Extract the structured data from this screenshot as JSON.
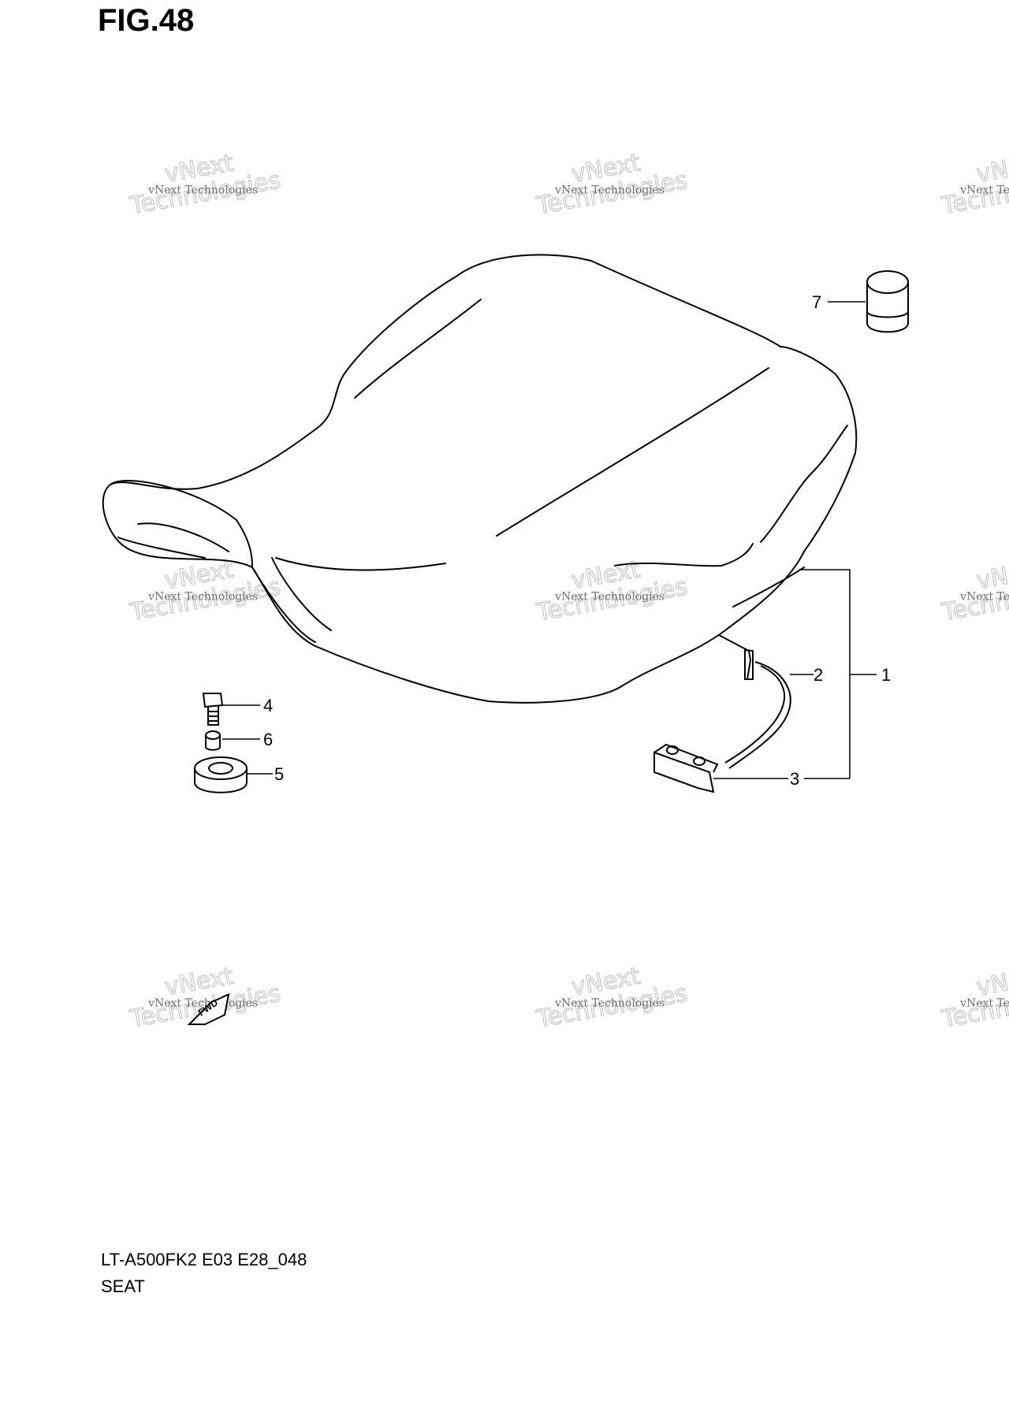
{
  "figure": {
    "title": "FIG.48"
  },
  "footer": {
    "model_code": "LT-A500FK2 E03 E28_048",
    "section_name": "SEAT"
  },
  "callouts": [
    "1",
    "2",
    "3",
    "4",
    "5",
    "6",
    "7"
  ],
  "fwd_mark": "FWD",
  "watermark": {
    "line_small": "vNext Technologies",
    "line_large": "Technologies",
    "line_top": "vNext"
  },
  "colors": {
    "line": "#000000",
    "background": "#ffffff"
  }
}
